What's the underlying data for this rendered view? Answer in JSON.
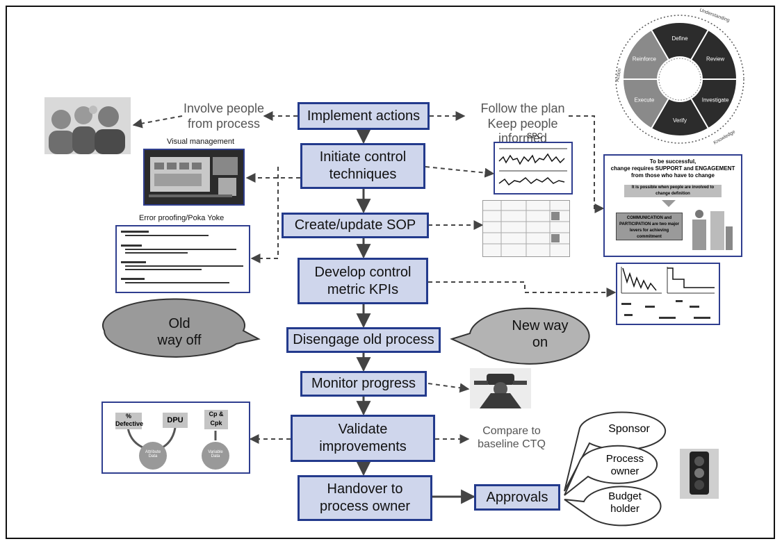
{
  "steps": {
    "implement": "Implement actions",
    "initiate": "Initiate control\ntechniques",
    "sop": "Create/update SOP",
    "develop": "Develop control\nmetric KPIs",
    "disengage": "Disengage old process",
    "monitor": "Monitor progress",
    "validate": "Validate\nimprovements",
    "handover": "Handover to\nprocess owner",
    "approvals": "Approvals"
  },
  "side_labels": {
    "involve": "Involve people\nfrom process",
    "follow": "Follow the plan\nKeep people informed",
    "compare": "Compare to\nbaseline CTQ"
  },
  "thumb_labels": {
    "visual_management": "Visual management",
    "error_proofing": "Error proofing/Poka Yoke",
    "spc": "SPC"
  },
  "callouts": {
    "old_way": "Old\nway off",
    "new_way": "New way\non"
  },
  "approvers": {
    "sponsor": "Sponsor",
    "process_owner": "Process\nowner",
    "budget_holder": "Budget\nholder"
  },
  "cycle": {
    "segments": [
      "Define",
      "Review",
      "Investigate",
      "Verify",
      "Execute",
      "Reinforce"
    ],
    "outer_labels": [
      "Understanding",
      "Knowledge",
      "Action"
    ]
  },
  "change_slide": {
    "title": "To be successful,\nchange requires SUPPORT and ENGAGEMENT\nfrom those who have to change",
    "box1": "It is possible when people are involved to change definition",
    "box2": "COMMUNICATION and PARTICIPATION are two major levers for achieving commitment"
  },
  "measures": {
    "defectives": "%\nDefective",
    "dpu": "DPU",
    "cpk": "Cp &\nCpk",
    "attribute": "Attribute\nData",
    "variable": "Variable\nData"
  },
  "colors": {
    "box_fill": "#cfd6ec",
    "box_border": "#233a8c",
    "callout_fill": "#9a9a9a",
    "arrow": "#444444"
  }
}
